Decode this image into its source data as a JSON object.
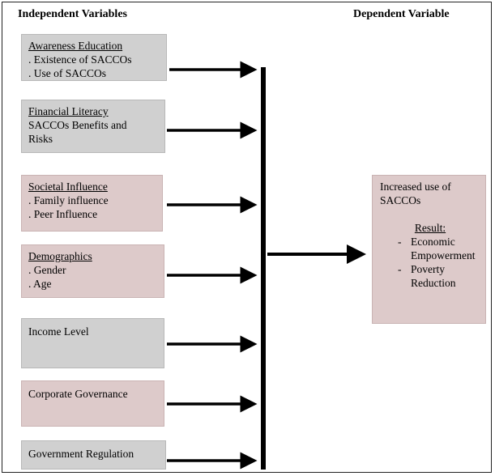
{
  "headings": {
    "independent": "Independent Variables",
    "dependent": "Dependent Variable"
  },
  "boxes": [
    {
      "title": "Awareness Education",
      "lines": [
        ". Existence of SACCOs",
        ". Use of SACCOs"
      ],
      "color": "#d0d0d0"
    },
    {
      "title": "Financial Literacy",
      "lines": [
        "SACCOs Benefits and",
        "Risks"
      ],
      "color": "#d0d0d0"
    },
    {
      "title": "Societal Influence",
      "lines": [
        ". Family influence",
        ". Peer Influence"
      ],
      "color": "#ddcaca"
    },
    {
      "title": "Demographics",
      "lines": [
        ". Gender",
        ". Age"
      ],
      "color": "#ddcaca"
    },
    {
      "title": "",
      "lines": [
        "Income Level"
      ],
      "color": "#d0d0d0"
    },
    {
      "title": "",
      "lines": [
        "Corporate Governance"
      ],
      "color": "#ddcaca"
    },
    {
      "title": "",
      "lines": [
        "Government Regulation"
      ],
      "color": "#d0d0d0"
    }
  ],
  "dependent": {
    "title_lines": [
      "Increased use of",
      "SACCOs"
    ],
    "result_label": "Result:",
    "results": [
      "Economic Empowerment",
      "Poverty Reduction"
    ],
    "color": "#ddcaca"
  }
}
